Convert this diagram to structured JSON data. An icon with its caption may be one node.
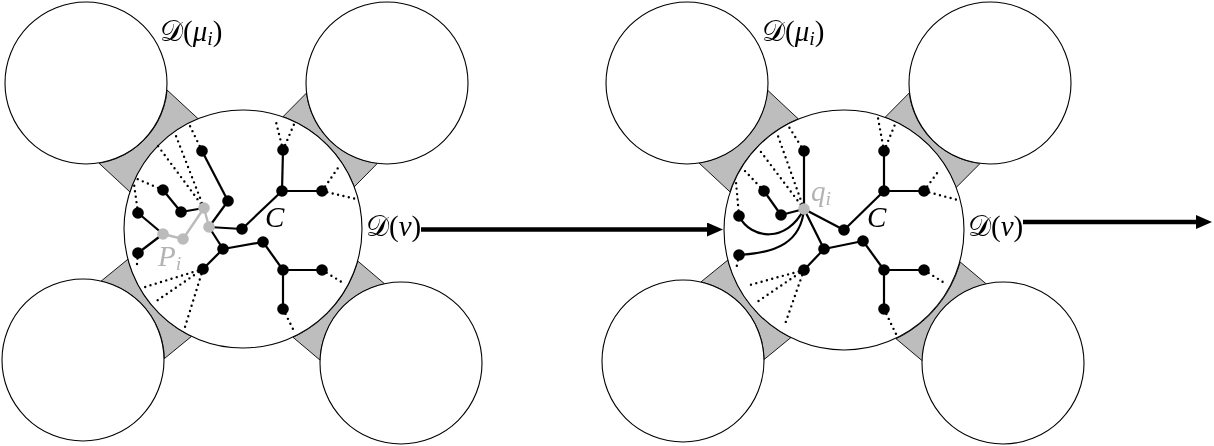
{
  "diagram": {
    "nodes": [
      {
        "text": [
          "𝒟(*μ*$_{i}$)"
        ]
      },
      {
        "text": [],
        "shape": "circle"
      },
      {
        "text": [],
        "shape": "band"
      },
      {
        "text": [],
        "shape": "band"
      },
      {
        "text": [
          "𝒟(*ν*)"
        ]
      },
      {
        "text": [],
        "shape": "band"
      },
      {
        "text": [],
        "shape": "band"
      },
      {
        "text": [],
        "shape": "circle"
      },
      {
        "text": [],
        "shape": "circle"
      },
      {
        "text": [
          "𝒟(*μ*$_{i}$)"
        ]
      },
      {
        "text": [],
        "shape": "circle"
      },
      {
        "text": [],
        "shape": "band"
      },
      {
        "text": [],
        "shape": "band"
      },
      {
        "text": [
          "𝒟(*ν*)"
        ]
      },
      {
        "text": [],
        "shape": "band"
      },
      {
        "text": [],
        "shape": "band"
      },
      {
        "text": [],
        "shape": "circle"
      },
      {
        "text": [],
        "shape": "circle"
      }
    ],
    "edges": [
      {
        "from": 4,
        "to": 13,
        "arrow": "to"
      },
      {
        "from": 13,
        "to": null,
        "arrow": "to"
      }
    ],
    "labels": [
      "C",
      "P$_{i}$",
      "q$_{i}$",
      "C"
    ]
  }
}
